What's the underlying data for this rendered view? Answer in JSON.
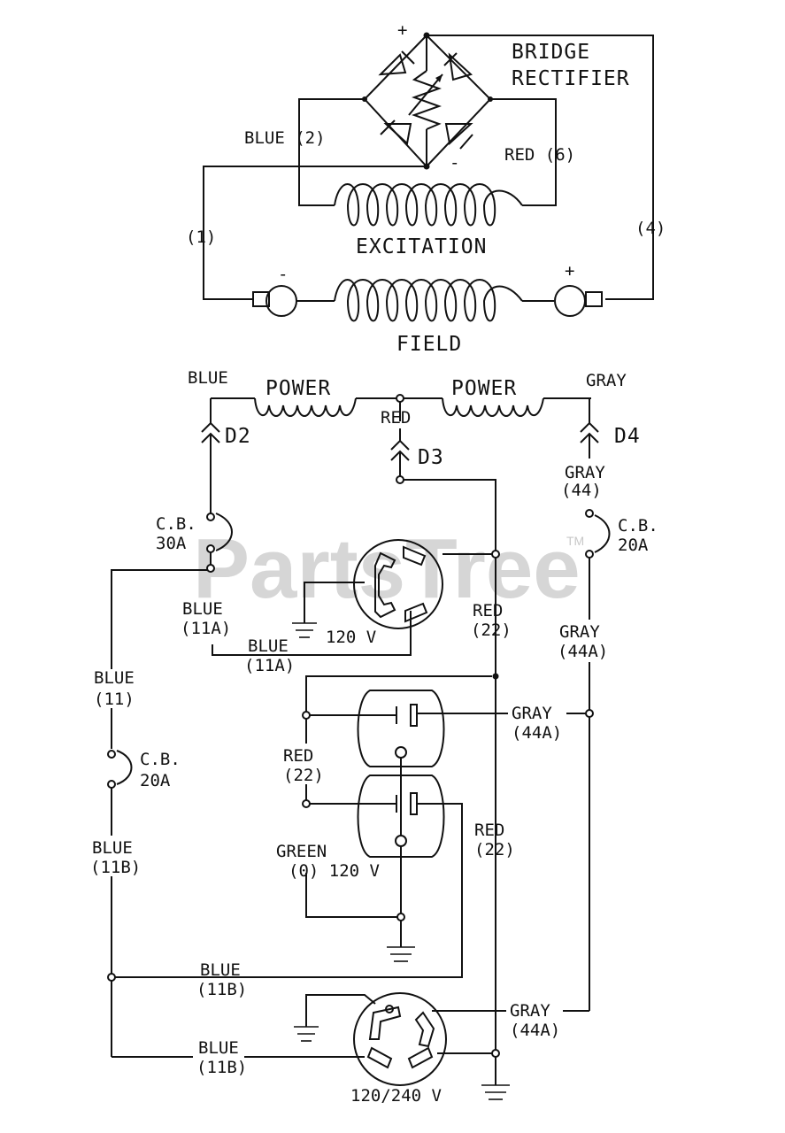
{
  "watermark": {
    "text": "PartsTree",
    "tm": "TM"
  },
  "rectifier": {
    "title_line1": "BRIDGE",
    "title_line2": "RECTIFIER",
    "plus": "+",
    "minus": "-"
  },
  "labels": {
    "blue_2": "BLUE (2)",
    "red_6": "RED (6)",
    "wire_1": "(1)",
    "wire_4": "(4)",
    "excitation": "EXCITATION",
    "field": "FIELD",
    "field_minus": "-",
    "field_plus": "+",
    "blue_top": "BLUE",
    "power_left": "POWER",
    "power_right": "POWER",
    "gray_top": "GRAY",
    "red_mid": "RED",
    "d2": "D2",
    "d3": "D3",
    "d4": "D4",
    "gray_44_a": "GRAY",
    "gray_44_b": "(44)",
    "cb_30_a": "C.B.",
    "cb_30_b": "30A",
    "cb_20r_a": "C.B.",
    "cb_20r_b": "20A",
    "blue_11a_1a": "BLUE",
    "blue_11a_1b": "(11A)",
    "blue_11a_2a": "BLUE",
    "blue_11a_2b": "(11A)",
    "v120_top": "120 V",
    "red_22_1a": "RED",
    "red_22_1b": "(22)",
    "gray_44a_1a": "GRAY",
    "gray_44a_1b": "(44A)",
    "blue_11_a": "BLUE",
    "blue_11_b": "(11)",
    "gray_44a_2a": "GRAY",
    "gray_44a_2b": "(44A)",
    "red_22_2a": "RED",
    "red_22_2b": "(22)",
    "cb_20l_a": "C.B.",
    "cb_20l_b": "20A",
    "red_22_3a": "RED",
    "red_22_3b": "(22)",
    "green_a": "GREEN",
    "green_b": "(0) 120 V",
    "blue_11b_1a": "BLUE",
    "blue_11b_1b": "(11B)",
    "blue_11b_2a": "BLUE",
    "blue_11b_2b": "(11B)",
    "gray_44a_3a": "GRAY",
    "gray_44a_3b": "(44A)",
    "blue_11b_3a": "BLUE",
    "blue_11b_3b": "(11B)",
    "v240": "120/240 V"
  }
}
